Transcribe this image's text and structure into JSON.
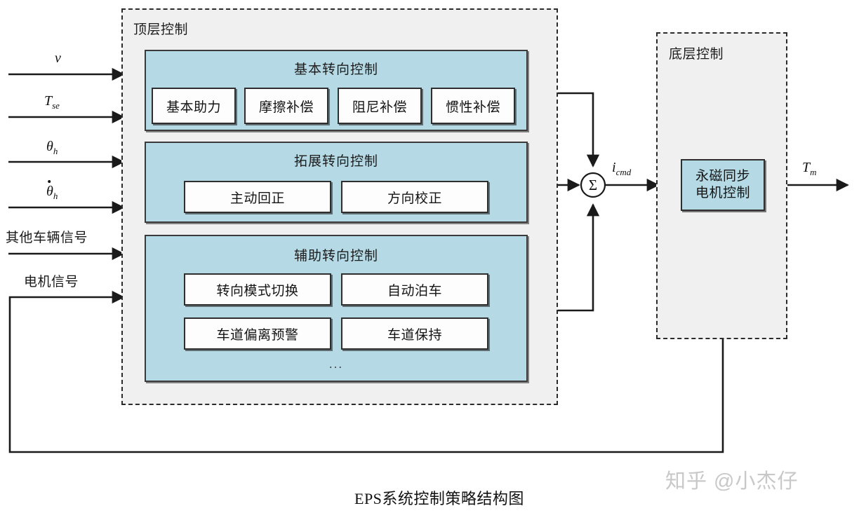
{
  "diagram": {
    "caption": "EPS系统控制策略结构图",
    "watermark": "知乎 @小杰仔",
    "colors": {
      "panel_blue": "#b5dae6",
      "container_gray": "#f0f0f0",
      "leaf_white": "#fdfdfd",
      "line_black": "#1a1a1a"
    }
  },
  "inputs": [
    {
      "label": "v",
      "type": "math"
    },
    {
      "label": "T",
      "sub": "se",
      "type": "math"
    },
    {
      "label": "θ",
      "sub": "h",
      "type": "math"
    },
    {
      "label": "θ",
      "sub": "h",
      "dot": true,
      "type": "math"
    },
    {
      "label": "其他车辆信号",
      "type": "cjk"
    },
    {
      "label": "电机信号",
      "type": "cjk"
    }
  ],
  "top_level": {
    "title": "顶层控制",
    "groups": [
      {
        "title": "基本转向控制",
        "items": [
          "基本助力",
          "摩擦补偿",
          "阻尼补偿",
          "惯性补偿"
        ]
      },
      {
        "title": "拓展转向控制",
        "items": [
          "主动回正",
          "方向校正"
        ]
      },
      {
        "title": "辅助转向控制",
        "items": [
          "转向模式切换",
          "自动泊车",
          "车道偏离预警",
          "车道保持"
        ],
        "more": "..."
      }
    ]
  },
  "sum_junction": {
    "symbol": "Σ",
    "output_label": "i",
    "output_sub": "cmd"
  },
  "bottom_level": {
    "title": "底层控制",
    "block_line1": "永磁同步",
    "block_line2": "电机控制",
    "output_label": "T",
    "output_sub": "m"
  }
}
